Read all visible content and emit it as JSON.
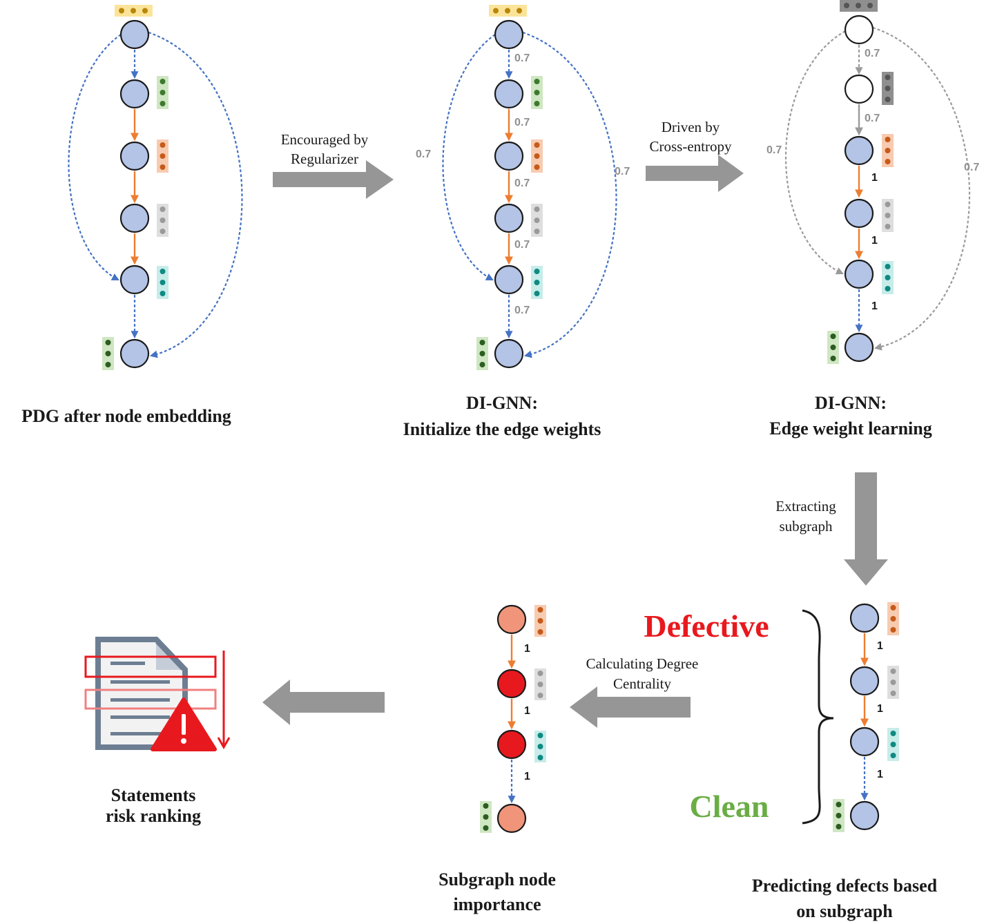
{
  "captions": {
    "pdg_line1": "PDG after node embedding",
    "init_line1": "DI-GNN:",
    "init_line2": "Initialize the edge weights",
    "learn_line1": "DI-GNN:",
    "learn_line2": "Edge weight learning",
    "predict_line1": "Predicting defects based",
    "predict_line2": "on subgraph",
    "importance_line1": "Subgraph node",
    "importance_line2": "importance",
    "ranking_line1": "Statements",
    "ranking_line2": "risk ranking"
  },
  "arrow_notes": {
    "regularizer_line1": "Encouraged by",
    "regularizer_line2": "Regularizer",
    "crossentropy_line1": "Driven by",
    "crossentropy_line2": "Cross-entropy",
    "extract_line1": "Extracting",
    "extract_line2": "subgraph",
    "degree_line1": "Calculating Degree",
    "degree_line2": "Centrality"
  },
  "labels": {
    "defective": "Defective",
    "clean": "Clean"
  },
  "edge_weights": {
    "initial": "0.7",
    "learned": "1"
  },
  "colors": {
    "node_fill": "#b4c4e6",
    "node_importance_high": "#e8191e",
    "node_importance_mid": "#f0957a",
    "control_edge": "#4472c4",
    "data_edge": "#ed7d31",
    "pruned_edge": "#9a9a9a",
    "arrow_gray": "#969696",
    "defective": "#e8191e",
    "clean": "#6aad45"
  }
}
